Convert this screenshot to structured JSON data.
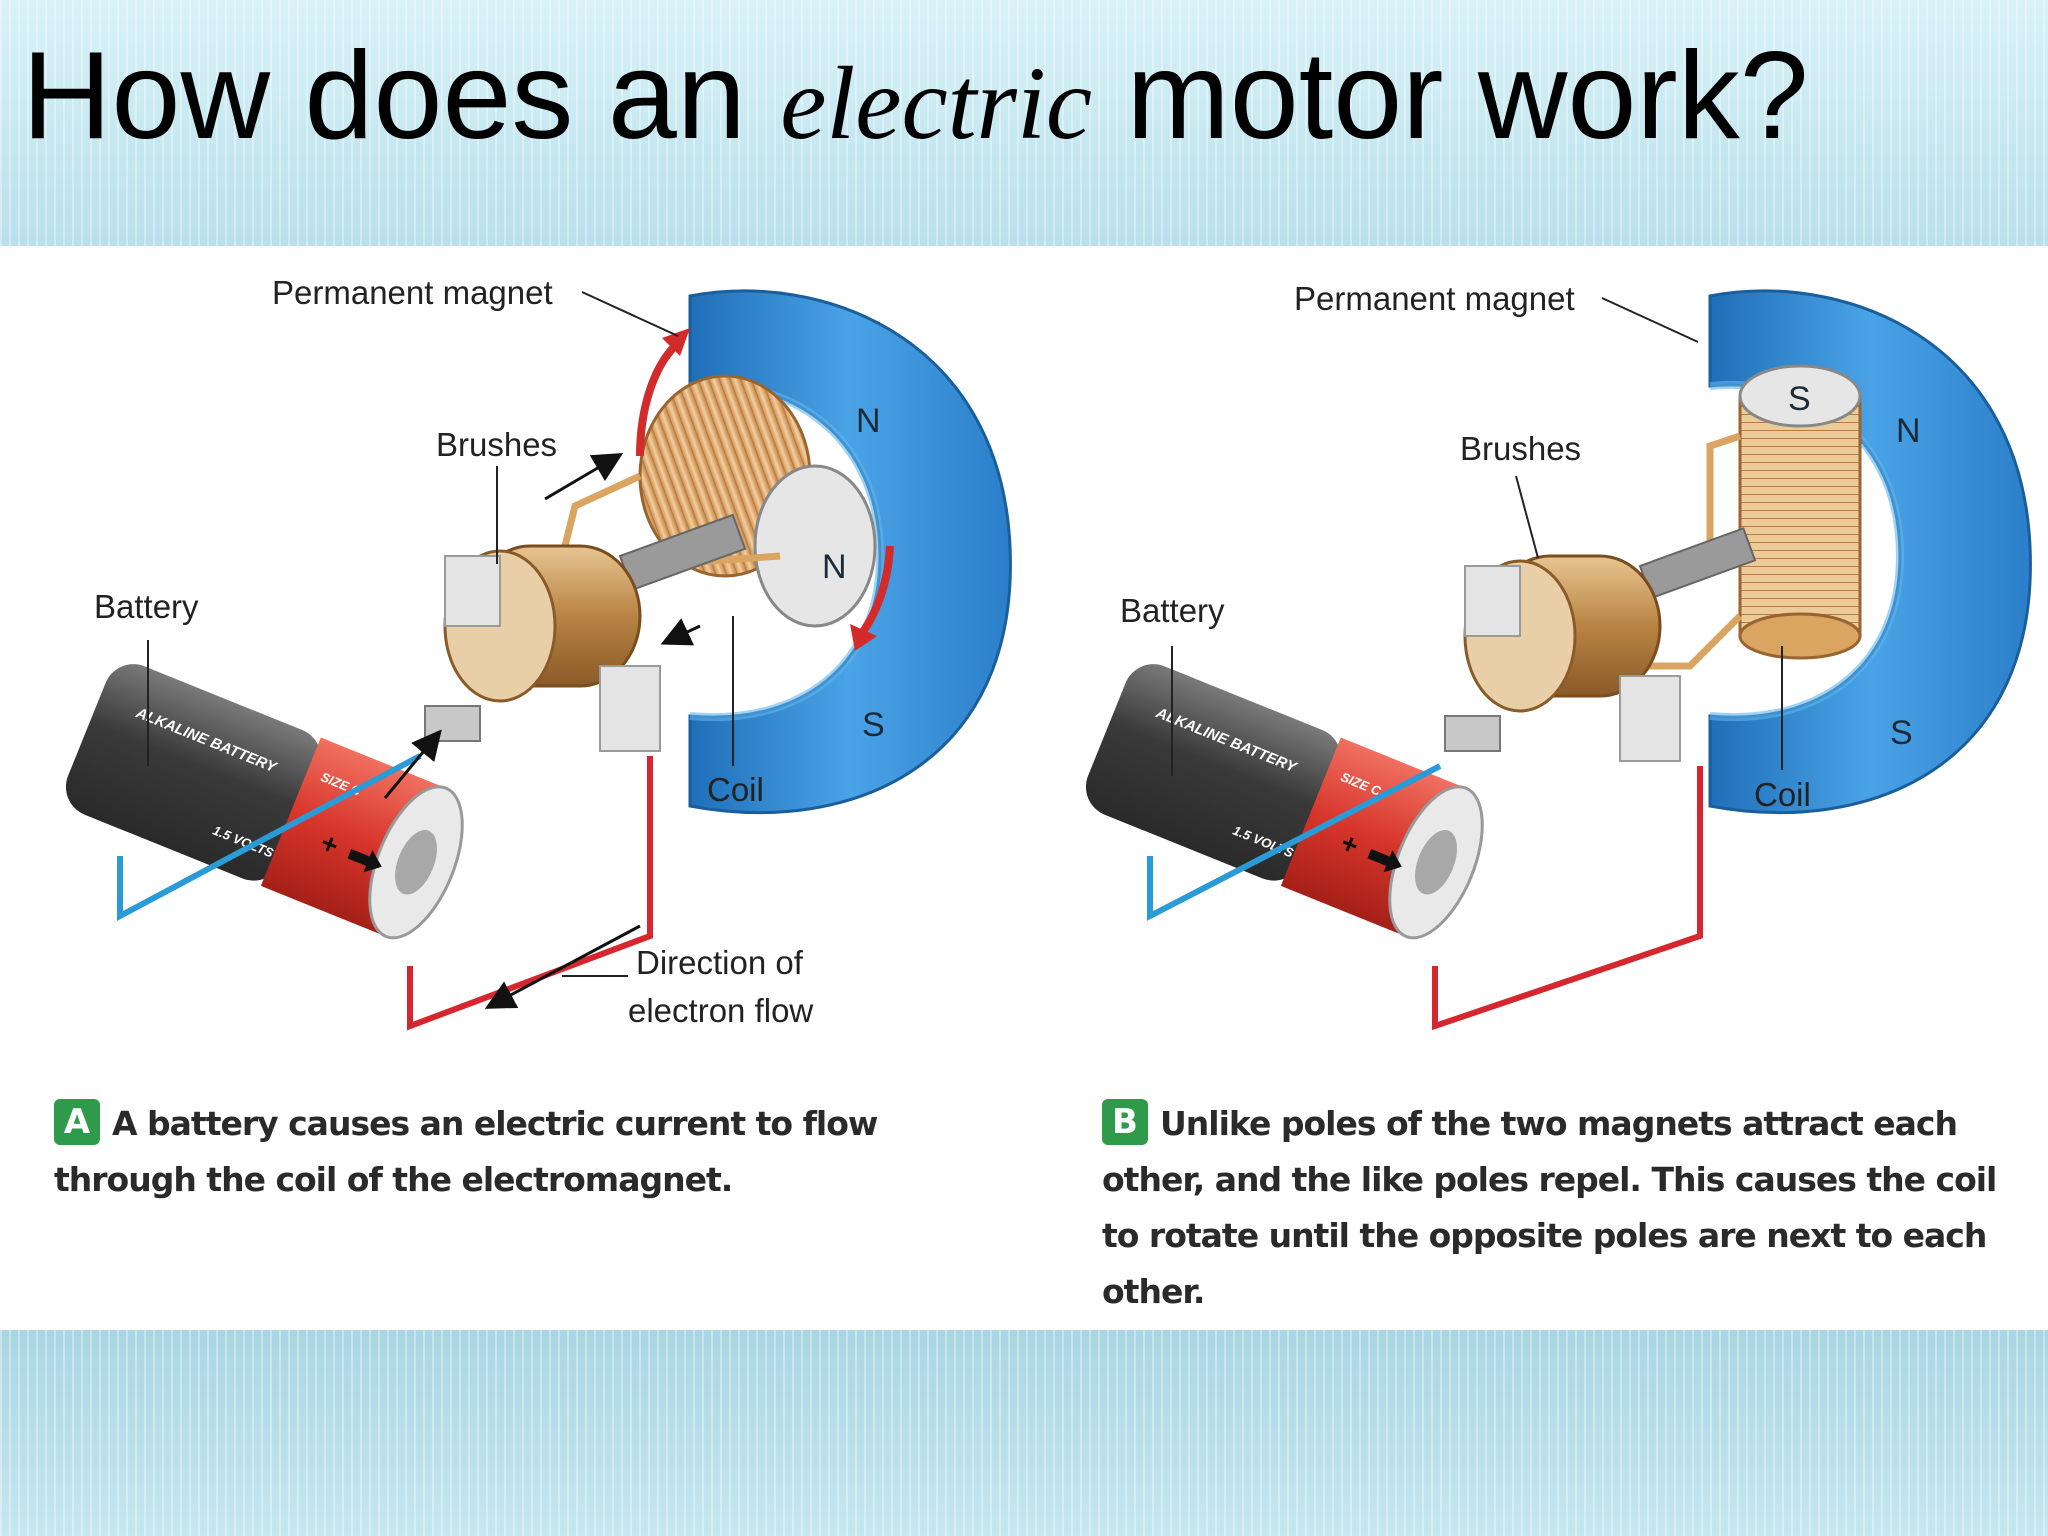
{
  "title": {
    "part1": "How does an ",
    "emphasis": "electric",
    "part2": " motor work?"
  },
  "panels": [
    {
      "labels": {
        "permanent_magnet": "Permanent magnet",
        "brushes": "Brushes",
        "battery": "Battery",
        "coil": "Coil",
        "direction_line1": "Direction of",
        "direction_line2": "electron flow"
      },
      "poles": {
        "magnet_top": "N",
        "magnet_bottom": "S",
        "coil_face": "N"
      },
      "battery_text": {
        "brand": "ALKALINE BATTERY",
        "size": "SIZE C",
        "volts": "1.5 VOLTS",
        "plus": "+"
      },
      "caption": {
        "badge": "A",
        "text": "A battery causes an electric current to flow through the coil of the electromagnet."
      }
    },
    {
      "labels": {
        "permanent_magnet": "Permanent magnet",
        "brushes": "Brushes",
        "battery": "Battery",
        "coil": "Coil"
      },
      "poles": {
        "magnet_top": "N",
        "magnet_bottom": "S",
        "coil_face": "S"
      },
      "battery_text": {
        "brand": "ALKALINE BATTERY",
        "size": "SIZE C",
        "volts": "1.5 VOLTS",
        "plus": "+"
      },
      "caption": {
        "badge": "B",
        "text": "Unlike poles of the two magnets attract each other, and the like poles repel. This causes the coil to rotate until the opposite poles are next to each other."
      }
    }
  ],
  "colors": {
    "magnet": "#3a8fd6",
    "coil": "#e0b07a",
    "battery_red": "#d7352b",
    "battery_grey": "#4a4a4a",
    "wire_red": "#d6262e",
    "wire_blue": "#2a9bd6",
    "badge": "#2f9b4a"
  }
}
